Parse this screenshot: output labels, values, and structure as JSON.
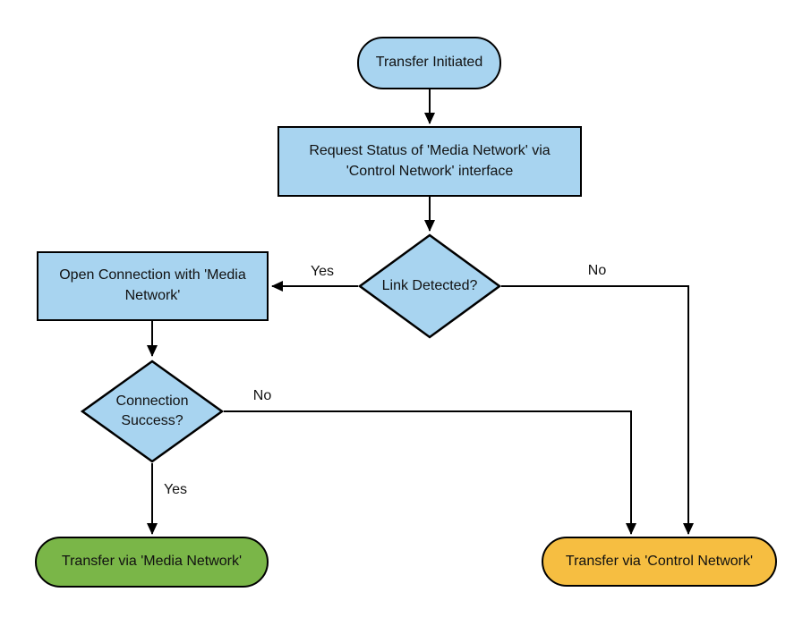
{
  "colors": {
    "process_fill": "#A8D4F0",
    "success_fill": "#7AB648",
    "fallback_fill": "#F6BE41",
    "stroke": "#000000",
    "text": "#111111",
    "background": "#FFFFFF"
  },
  "nodes": {
    "start": {
      "type": "terminator",
      "label": "Transfer Initiated"
    },
    "request_status": {
      "type": "process",
      "label": "Request Status of 'Media Network' via 'Control Network' interface"
    },
    "link_detected": {
      "type": "decision",
      "label": "Link Detected?"
    },
    "open_connection": {
      "type": "process",
      "label": "Open Connection with 'Media Network'"
    },
    "connection_success": {
      "type": "decision",
      "label": "Connection Success?"
    },
    "transfer_media": {
      "type": "terminator",
      "label": "Transfer via 'Media Network'"
    },
    "transfer_control": {
      "type": "terminator",
      "label": "Transfer via 'Control Network'"
    }
  },
  "edge_labels": {
    "link_detected_yes": "Yes",
    "link_detected_no": "No",
    "connection_success_no": "No",
    "connection_success_yes": "Yes"
  }
}
